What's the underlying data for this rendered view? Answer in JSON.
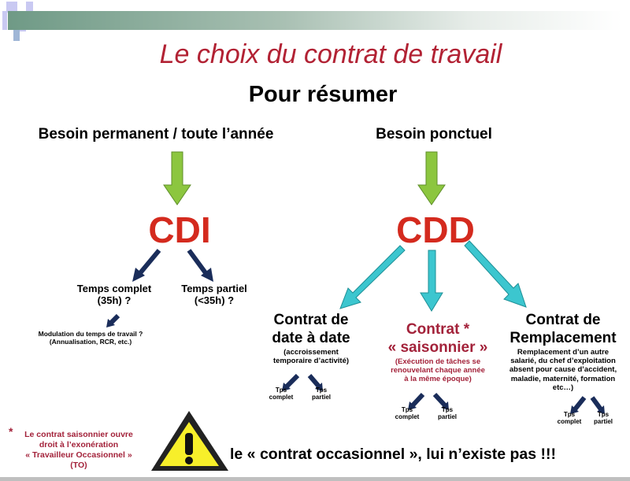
{
  "title": "Le choix du contrat de travail",
  "subtitle": "Pour résumer",
  "left": {
    "need": "Besoin permanent / toute l’année",
    "contract": "CDI",
    "options": [
      {
        "line1": "Temps complet",
        "line2": "(35h) ?"
      },
      {
        "line1": "Temps partiel",
        "line2": "(<35h) ?"
      }
    ],
    "modulation": {
      "line1": "Modulation du temps de travail ?",
      "line2": "(Annualisation, RCR, etc.)"
    }
  },
  "right": {
    "need": "Besoin ponctuel",
    "contract": "CDD",
    "types": [
      {
        "line1": "Contrat de",
        "line2": "date à date",
        "desc": [
          "(accroissement",
          "temporaire d’activité)"
        ]
      },
      {
        "line1": "Contrat *",
        "line2": "« saisonnier »",
        "desc": [
          "(Exécution de tâches se",
          "renouvelant chaque année",
          "à la même époque)"
        ]
      },
      {
        "line1": "Contrat de",
        "line2": "Remplacement",
        "desc": [
          "Remplacement d’un autre",
          "salarié, du chef d’exploitation",
          "absent pour cause d’accident,",
          "maladie, maternité, formation",
          "etc…)"
        ]
      }
    ],
    "tps": {
      "complet": [
        "Tps",
        "complet"
      ],
      "partiel": [
        "Tps",
        "partiel"
      ]
    }
  },
  "footnote": {
    "star": "*",
    "lines": [
      "Le contrat saisonnier ouvre",
      "droit à l’exonération",
      "« Travailleur Occasionnel »",
      "(TO)"
    ]
  },
  "warning": "le « contrat occasionnel », lui n’existe pas !!!",
  "colors": {
    "title": "#b22234",
    "cdi": "#d42a1e",
    "green_arrow": "#8cc63f",
    "cyan_arrow": "#3cc6cf",
    "navy_arrow": "#1a2d5a"
  }
}
